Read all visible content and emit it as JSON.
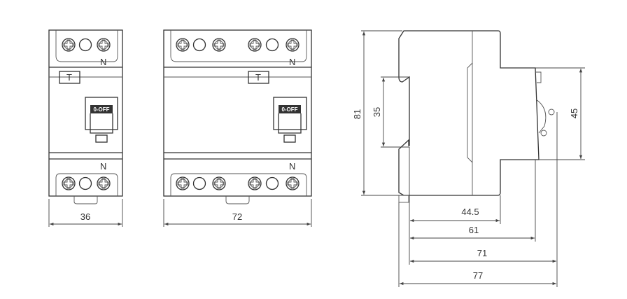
{
  "front_2pole": {
    "terminal_top_label": "N",
    "terminal_bottom_label": "N",
    "test_button_label": "T",
    "switch_label": "0-OFF",
    "width_dim": "36"
  },
  "front_4pole": {
    "terminal_top_label": "N",
    "terminal_bottom_label": "N",
    "test_button_label": "T",
    "switch_label": "0-OFF",
    "width_dim": "72"
  },
  "side_view": {
    "height_dim": "81",
    "din_rail_dim": "35",
    "front_height_dim": "45",
    "depth_dims": [
      "44.5",
      "61",
      "71",
      "77"
    ]
  }
}
